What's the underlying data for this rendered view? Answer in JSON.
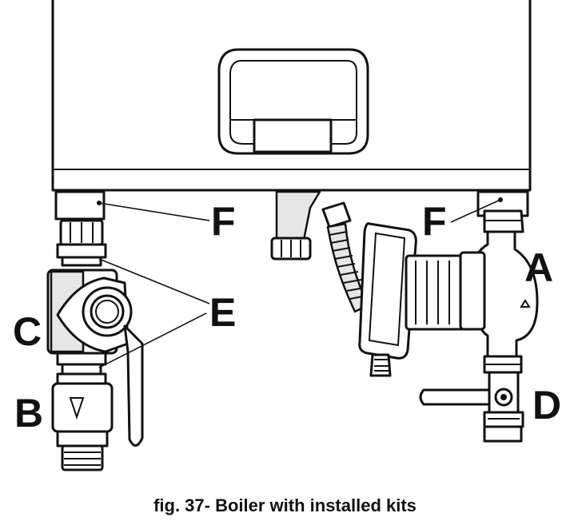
{
  "labels": {
    "A": "A",
    "B": "B",
    "C": "C",
    "D": "D",
    "E_left": "E",
    "F_left": "F",
    "F_right": "F"
  },
  "caption": "fig. 37- Boiler with installed kits"
}
